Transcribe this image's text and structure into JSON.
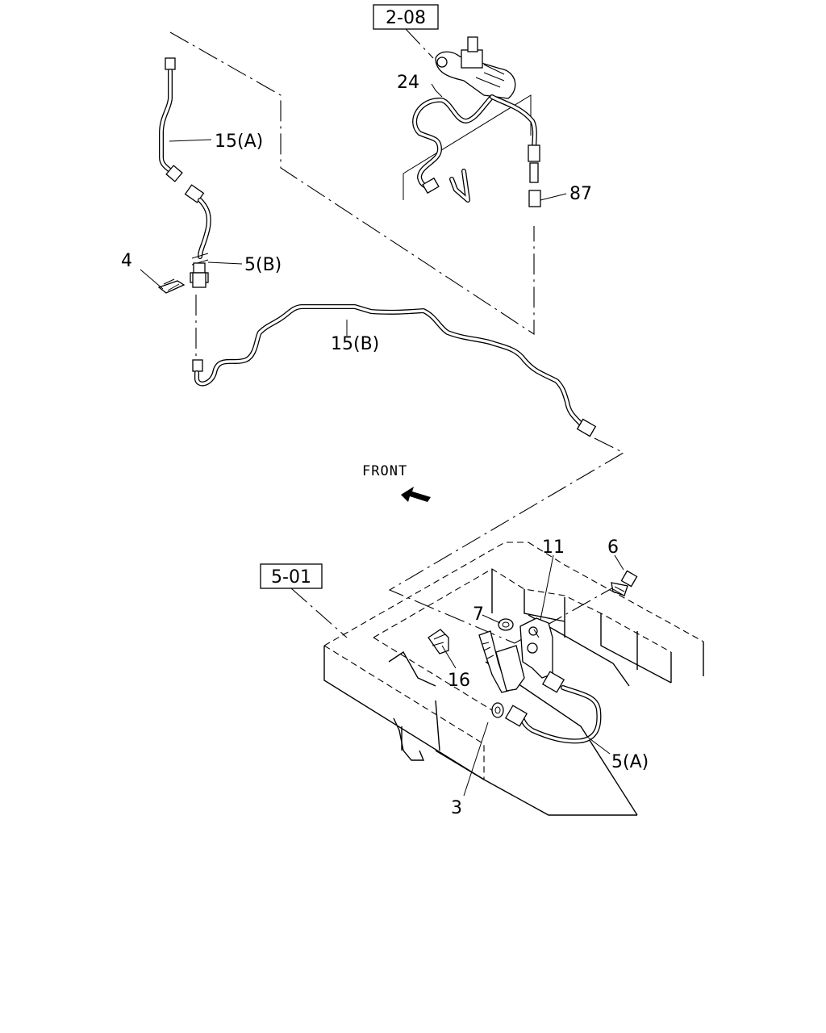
{
  "diagram": {
    "references": [
      {
        "id": "ref-2-08",
        "text": "2-08"
      },
      {
        "id": "ref-5-01",
        "text": "5-01"
      }
    ],
    "callouts": [
      {
        "id": "24",
        "text": "24"
      },
      {
        "id": "15a",
        "text": "15(A)"
      },
      {
        "id": "87",
        "text": "87"
      },
      {
        "id": "4",
        "text": "4"
      },
      {
        "id": "5b",
        "text": "5(B)"
      },
      {
        "id": "15b",
        "text": "15(B)"
      },
      {
        "id": "11",
        "text": "11"
      },
      {
        "id": "6",
        "text": "6"
      },
      {
        "id": "7",
        "text": "7"
      },
      {
        "id": "16",
        "text": "16"
      },
      {
        "id": "5a",
        "text": "5(A)"
      },
      {
        "id": "3",
        "text": "3"
      }
    ],
    "direction": {
      "text": "FRONT"
    }
  }
}
